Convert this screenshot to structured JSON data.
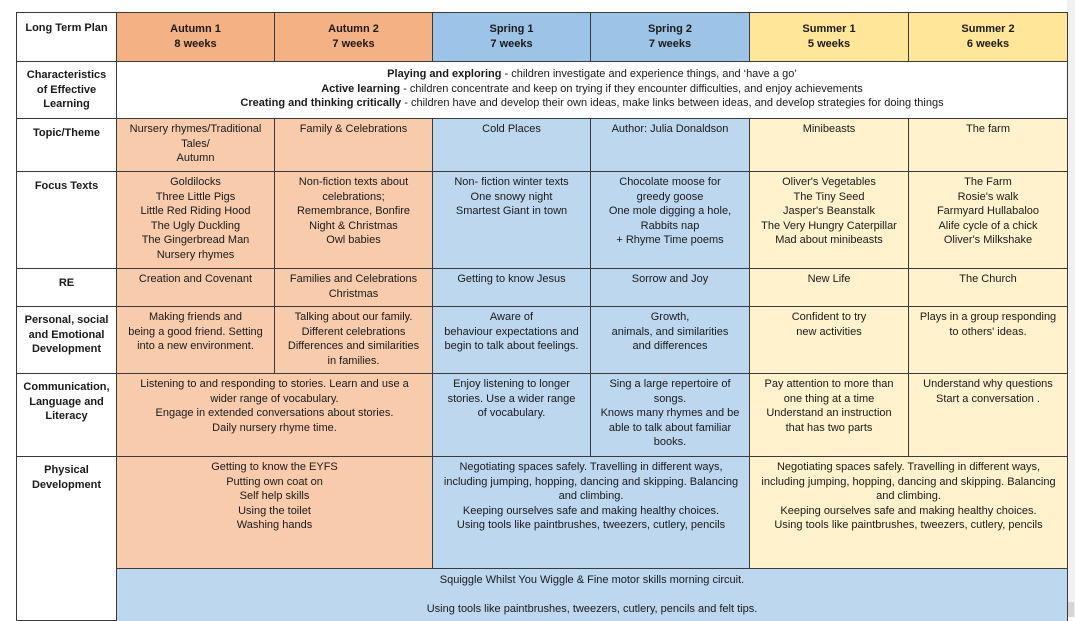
{
  "terms": [
    {
      "name": "Autumn 1",
      "weeks": "8 weeks"
    },
    {
      "name": "Autumn 2",
      "weeks": "7 weeks"
    },
    {
      "name": "Spring 1",
      "weeks": "7 weeks"
    },
    {
      "name": "Spring 2",
      "weeks": "7 weeks"
    },
    {
      "name": "Summer 1",
      "weeks": "5 weeks"
    },
    {
      "name": "Summer 2",
      "weeks": "6 weeks"
    }
  ],
  "colors": {
    "autumn_header": "#f4b183",
    "autumn_cell": "#f8cbad",
    "spring_header": "#9dc3e6",
    "spring_cell": "#bdd7ee",
    "summer_header": "#ffe699",
    "summer_cell": "#fff2cc",
    "border": "#3a3a3a"
  },
  "rows": {
    "plan_title": "Long Term Plan",
    "cel": {
      "label": "Characteristics\nof Effective\nLearning",
      "lines": [
        {
          "bold": "Playing and exploring",
          "text": " - children investigate and experience things, and ‘have a go’"
        },
        {
          "bold": "Active learning",
          "text": " - children concentrate and keep on trying if they encounter difficulties, and enjoy achievements"
        },
        {
          "bold": "Creating and thinking critically",
          "text": " - children have and develop their own ideas, make links between ideas, and develop strategies for doing things"
        }
      ]
    },
    "topic": {
      "label": "Topic/Theme",
      "cells": [
        "Nursery rhymes/Traditional\nTales/\nAutumn",
        "Family & Celebrations",
        "Cold Places",
        "Author: Julia Donaldson",
        "Minibeasts",
        "The farm"
      ]
    },
    "focus": {
      "label": "Focus Texts",
      "cells": [
        "Goldilocks\nThree Little Pigs\nLittle Red Riding Hood\nThe Ugly Duckling\nThe Gingerbread Man\nNursery rhymes",
        "Non-fiction texts about\ncelebrations;\nRemembrance, Bonfire\nNight & Christmas\nOwl babies",
        "Non- fiction winter texts\nOne snowy night\nSmartest Giant in town",
        "Chocolate moose for\ngreedy goose\nOne mole digging a hole,\nRabbits nap\n+ Rhyme Time poems",
        "Oliver's Vegetables\nThe Tiny Seed\nJasper's Beanstalk\nThe Very Hungry Caterpillar\nMad about minibeasts",
        "The Farm\nRosie's walk\nFarmyard Hullabaloo\nAlife cycle of a chick\nOliver's Milkshake"
      ]
    },
    "re": {
      "label": "RE",
      "cells": [
        "Creation and Covenant",
        "Families and Celebrations\nChristmas",
        "Getting to know Jesus",
        "Sorrow and Joy",
        "New Life",
        "The Church"
      ]
    },
    "psed": {
      "label": "Personal, social\nand Emotional\nDevelopment",
      "cells": [
        "Making friends and\nbeing a good friend. Setting\ninto a new environment.",
        "Talking about our family.\nDifferent celebrations\nDifferences and similarities\nin families.",
        "Aware of\nbehaviour expectations and\nbegin to talk about feelings.",
        "Growth,\nanimals,  and similarities\nand differences",
        "Confident to try\nnew activities",
        "Plays in a group responding\nto others' ideas."
      ]
    },
    "cll": {
      "label": "Communication,\nLanguage and\nLiteracy",
      "autumn": "Listening to and responding to stories. Learn and use a\nwider range of vocabulary.\nEngage in extended conversations about stories.\nDaily nursery rhyme time.",
      "spring1": "Enjoy listening to longer\nstories. Use a wider range\nof vocabulary.",
      "spring2": "Sing a large repertoire of\nsongs.\nKnows many rhymes and be\nable to talk about familiar\nbooks.",
      "summer1": "Pay attention to more than\none thing at a time\nUnderstand an instruction\nthat has two parts",
      "summer2": "Understand why questions\nStart a conversation ."
    },
    "pd": {
      "label": "Physical\nDevelopment",
      "autumn": "Getting to know the EYFS\nPutting own coat on\nSelf help skills\nUsing the toilet\nWashing hands",
      "spring": "Negotiating spaces safely. Travelling in different ways,\nincluding jumping, hopping, dancing and skipping. Balancing\nand climbing.\nKeeping ourselves safe and making healthy choices.\nUsing tools like paintbrushes, tweezers, cutlery, pencils",
      "summer": "Negotiating spaces safely. Travelling in different ways,\nincluding jumping, hopping, dancing and skipping. Balancing\nand climbing.\nKeeping ourselves safe and making healthy choices.\nUsing tools like paintbrushes, tweezers, cutlery, pencils",
      "circuit": "Squiggle Whilst You Wiggle & Fine motor skills morning circuit.\n\nUsing tools like paintbrushes, tweezers, cutlery, pencils and felt tips."
    }
  }
}
